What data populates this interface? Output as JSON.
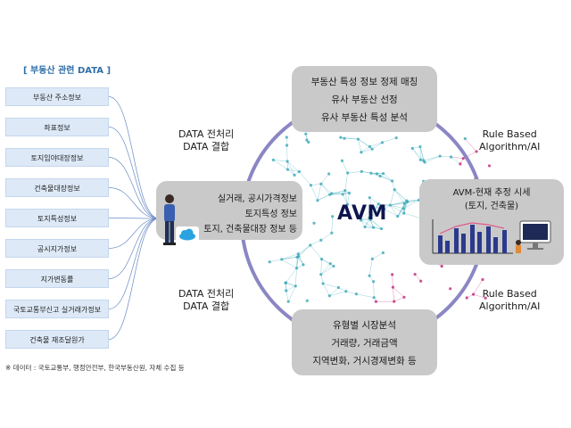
{
  "left_panel": {
    "header": "[ 부동산 관련 DATA ]",
    "items": [
      "부동산 주소정보",
      "좌표정보",
      "토지임야대장정보",
      "건축물대장정보",
      "토지특성정보",
      "공시지가정보",
      "지가변동률",
      "국토교통부신고 실거래가정보",
      "건축물 재조달원가"
    ],
    "footnote": "※ 데이터 : 국토교통부, 행정안전부, 한국부동산원, 자체 수집 등"
  },
  "center": {
    "label": "AVM"
  },
  "top_box": {
    "lines": [
      "부동산 특성 정보 정제 매칭",
      "유사 부동산 선정",
      "유사 부동산 특성 분석"
    ]
  },
  "left_box": {
    "lines": [
      "실거래, 공시가격정보",
      "토지특성 정보",
      "토지, 건축물대장 정보 등"
    ]
  },
  "right_box": {
    "lines": [
      "AVM-현재 추정 시세",
      "(토지, 건축물)"
    ]
  },
  "bottom_box": {
    "lines": [
      "유형별 시장분석",
      "거래량, 거래금액",
      "지역변화, 거시경제변화 등"
    ]
  },
  "labels": {
    "upper_left": [
      "DATA 전처리",
      "DATA 결합"
    ],
    "lower_left": [
      "DATA 전처리",
      "DATA 결합"
    ],
    "upper_right": [
      "Rule Based",
      "Algorithm/AI"
    ],
    "lower_right": [
      "Rule Based",
      "Algorithm/AI"
    ]
  },
  "colors": {
    "ring": "#8b86c4",
    "box": "#c9c9c9",
    "data_box": "#dde9f7",
    "header": "#2f6fa8",
    "net_teal": "#3aa8b8",
    "net_magenta": "#c0287a",
    "avm": "#0d1550"
  },
  "icons": [
    "person-icon",
    "cloud-icon",
    "bar-chart-icon",
    "monitor-icon"
  ]
}
